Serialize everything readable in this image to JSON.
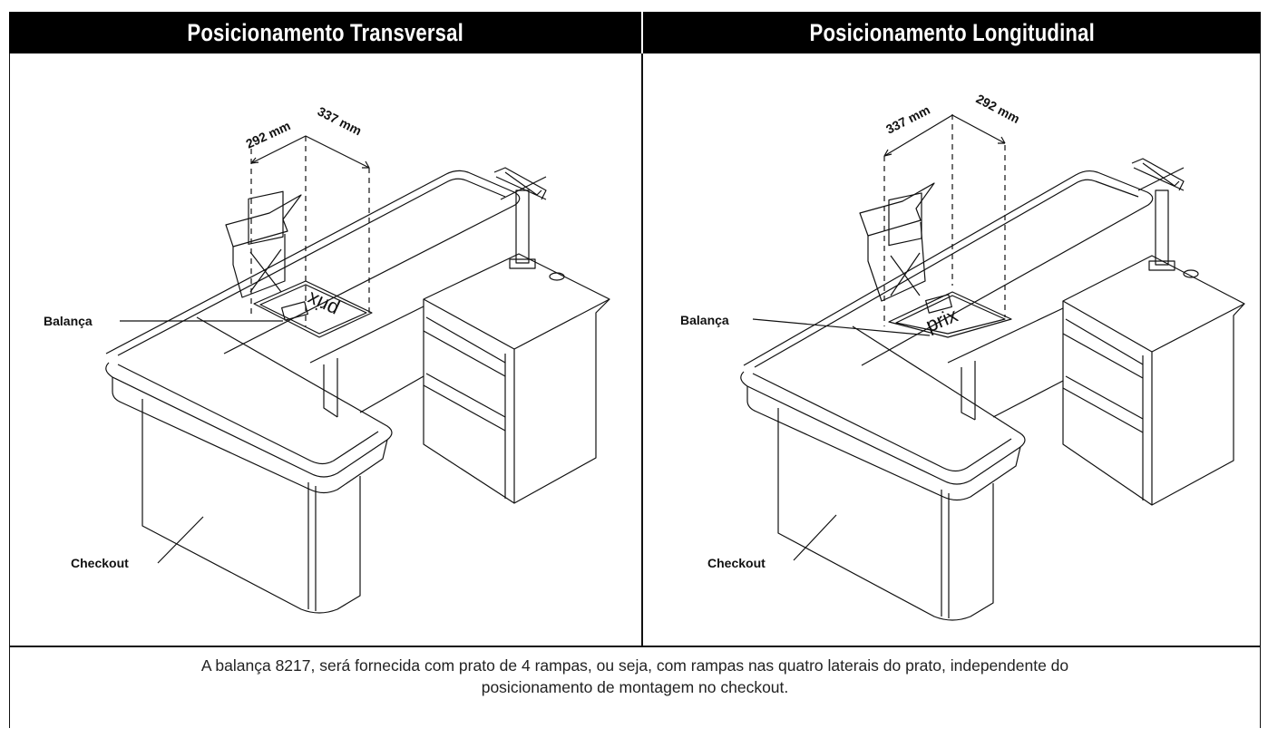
{
  "headers": {
    "left": "Posicionamento Transversal",
    "right": "Posicionamento Longitudinal"
  },
  "left_panel": {
    "dim_a": "292 mm",
    "dim_b": "337 mm",
    "scale_label": "Balança",
    "checkout_label": "Checkout",
    "brand": "prix"
  },
  "right_panel": {
    "dim_a": "337 mm",
    "dim_b": "292 mm",
    "scale_label": "Balança",
    "checkout_label": "Checkout",
    "brand": "prix"
  },
  "footer": {
    "line1": "A balança 8217, será fornecida com prato de 4 rampas, ou seja, com rampas nas quatro laterais do prato, independente do",
    "line2": "posicionamento de montagem no checkout."
  }
}
